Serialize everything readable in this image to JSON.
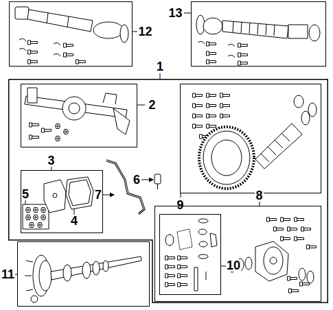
{
  "diagram": {
    "nodes": [
      {
        "text": [
          "12"
        ]
      },
      {
        "text": [
          "13"
        ]
      },
      {
        "text": [
          "1"
        ]
      },
      {
        "text": [
          "2"
        ],
        "in": 2
      },
      {
        "text": [
          "9"
        ],
        "in": 2
      },
      {
        "text": [
          "3"
        ],
        "in": 2
      },
      {
        "text": [
          "8"
        ],
        "in": 2
      },
      {
        "text": [
          "10"
        ],
        "in": 6
      },
      {
        "text": [
          "11"
        ]
      }
    ],
    "labels": [
      "4",
      "5",
      "6",
      "7"
    ]
  }
}
